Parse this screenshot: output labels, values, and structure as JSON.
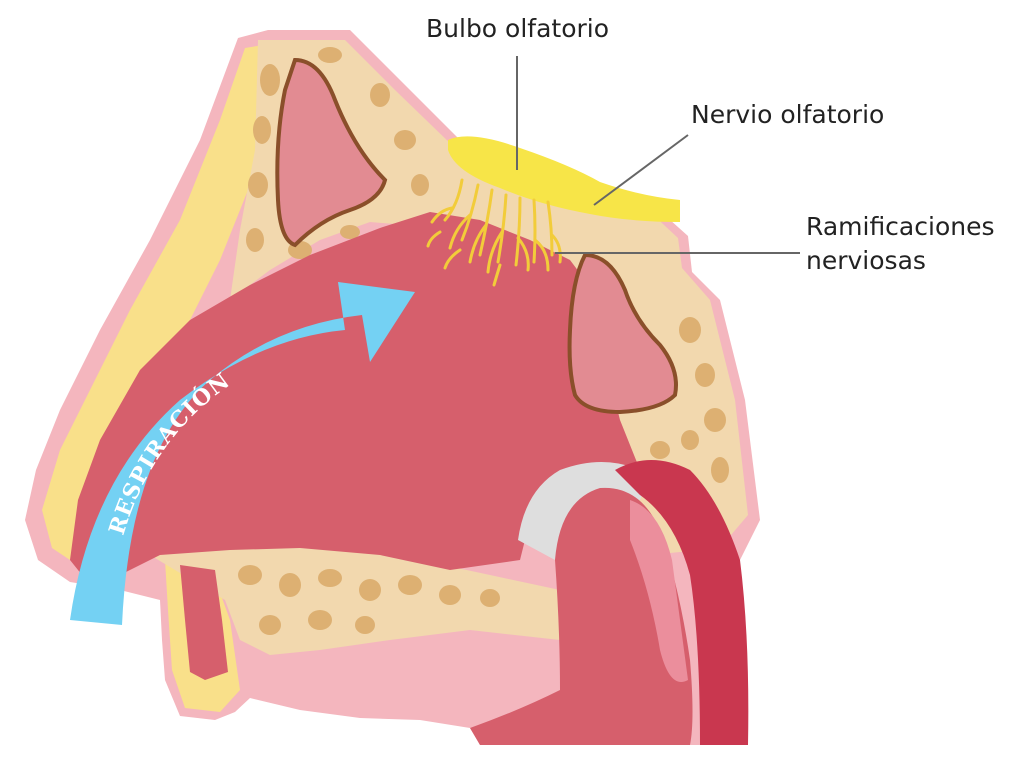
{
  "labels": {
    "bulbo": "Bulbo olfatorio",
    "nervio": "Nervio olfatorio",
    "ramificaciones_line1": "Ramificaciones",
    "ramificaciones_line2": "nerviosas"
  },
  "arrow": {
    "text": "RESPIRACIÓN"
  },
  "colors": {
    "skin_outline": "#f4b6be",
    "fat": "#f9e08a",
    "bone": "#f2d8ae",
    "bone_spot": "#ddb072",
    "cavity": "#d65f6c",
    "sinus": "#e28b92",
    "sinus_border": "#8a4f2a",
    "bulb": "#f7e548",
    "nerve_fibers": "#f2cc3a",
    "arrow": "#74d1f3",
    "pharynx": "#c9374f",
    "soft_palate": "#dedede",
    "leader": "#666666",
    "text": "#222222"
  }
}
